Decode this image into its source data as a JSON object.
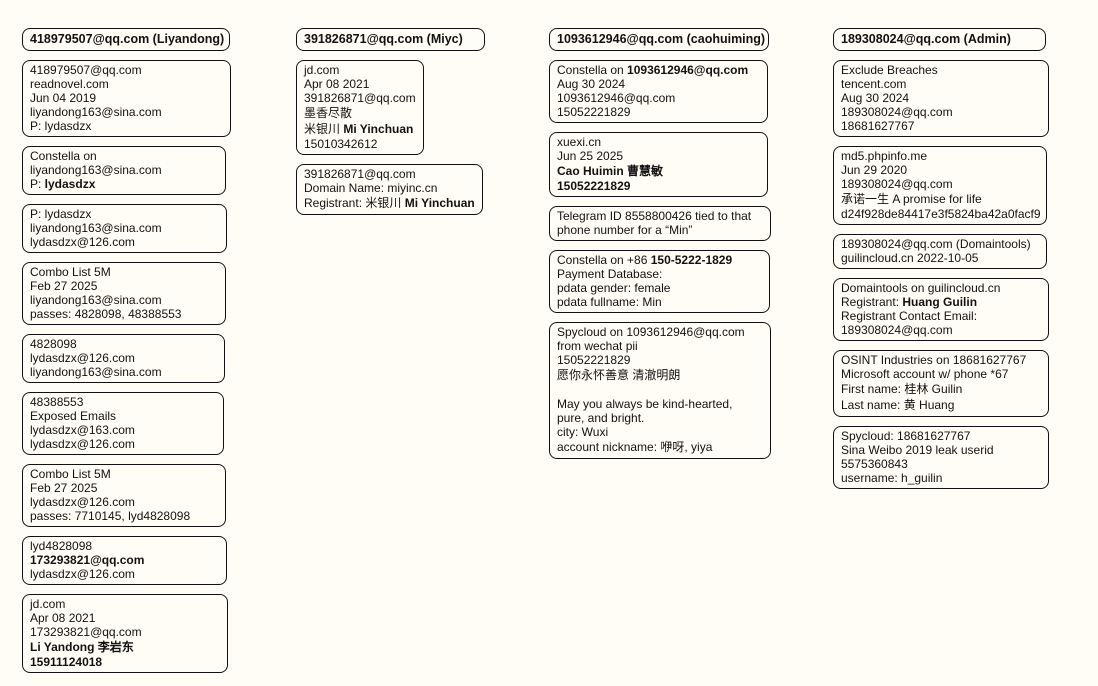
{
  "columns": [
    {
      "header": "418979507@qq.com (Liyandong)",
      "cards": [
        {
          "lines": [
            {
              "t": "418979507@qq.com"
            },
            {
              "t": "readnovel.com"
            },
            {
              "t": "Jun 04 2019"
            },
            {
              "t": "liyandong163@sina.com"
            },
            {
              "t": "P: lydasdzx"
            }
          ]
        },
        {
          "lines": [
            {
              "t": "Constella on"
            },
            {
              "t": "liyandong163@sina.com"
            },
            {
              "p": "P: ",
              "b": "lydasdzx"
            }
          ]
        },
        {
          "lines": [
            {
              "t": "P: lydasdzx"
            },
            {
              "t": "liyandong163@sina.com"
            },
            {
              "t": "lydasdzx@126.com"
            }
          ]
        },
        {
          "lines": [
            {
              "t": "Combo List 5M"
            },
            {
              "t": "Feb 27 2025"
            },
            {
              "t": "liyandong163@sina.com"
            },
            {
              "t": "passes: 4828098, 48388553"
            }
          ]
        },
        {
          "lines": [
            {
              "t": "4828098"
            },
            {
              "t": "lydasdzx@126.com"
            },
            {
              "t": "liyandong163@sina.com"
            }
          ]
        },
        {
          "lines": [
            {
              "t": "48388553"
            },
            {
              "t": "Exposed Emails"
            },
            {
              "t": "lydasdzx@163.com"
            },
            {
              "t": "lydasdzx@126.com"
            }
          ]
        },
        {
          "lines": [
            {
              "t": "Combo List 5M"
            },
            {
              "t": "Feb 27 2025"
            },
            {
              "t": "lydasdzx@126.com"
            },
            {
              "t": "passes: 7710145, lyd4828098"
            }
          ]
        },
        {
          "lines": [
            {
              "t": "lyd4828098"
            },
            {
              "b": "173293821@qq.com"
            },
            {
              "t": "lydasdzx@126.com"
            }
          ]
        },
        {
          "lines": [
            {
              "t": "jd.com"
            },
            {
              "t": "Apr 08 2021"
            },
            {
              "t": "173293821@qq.com"
            },
            {
              "b": "Li Yandong 李岩东",
              "tall": true
            },
            {
              "b": "15911124018"
            }
          ]
        }
      ]
    },
    {
      "header": "391826871@qq.com (Miyc)",
      "cards": [
        {
          "lines": [
            {
              "t": "jd.com"
            },
            {
              "t": "Apr 08 2021"
            },
            {
              "t": "391826871@qq.com"
            },
            {
              "t": "墨香尽散",
              "tall": true
            },
            {
              "p": "米银川 ",
              "b": "Mi Yinchuan",
              "tall": true
            },
            {
              "t": "15010342612"
            }
          ]
        },
        {
          "lines": [
            {
              "t": "391826871@qq.com"
            },
            {
              "t": "Domain Name: miyinc.cn"
            },
            {
              "p": "Registrant: 米银川 ",
              "b": "Mi Yinchuan",
              "tall": true
            }
          ]
        }
      ]
    },
    {
      "header": "1093612946@qq.com (caohuiming)",
      "cards": [
        {
          "lines": [
            {
              "p": "Constella on ",
              "b": "1093612946@qq.com"
            },
            {
              "t": "Aug 30 2024"
            },
            {
              "t": "1093612946@qq.com"
            },
            {
              "t": "15052221829"
            }
          ]
        },
        {
          "lines": [
            {
              "t": "xuexi.cn"
            },
            {
              "t": "Jun 25 2025"
            },
            {
              "b": "Cao Huimin 曹慧敏",
              "tall": true
            },
            {
              "b": "15052221829"
            }
          ]
        },
        {
          "lines": [
            {
              "t": "Telegram ID 8558800426 tied to that"
            },
            {
              "t": "phone number for a “Min”"
            }
          ]
        },
        {
          "lines": [
            {
              "p": "Constella on +86 ",
              "b": "150-5222-1829"
            },
            {
              "t": "Payment Database:"
            },
            {
              "t": "pdata gender: female"
            },
            {
              "t": "pdata fullname: Min"
            }
          ]
        },
        {
          "lines": [
            {
              "t": "Spycloud on 1093612946@qq.com"
            },
            {
              "t": "from wechat pii"
            },
            {
              "t": "15052221829"
            },
            {
              "t": "愿你永怀善意 清澈明朗",
              "tall": true
            },
            {
              "t": ""
            },
            {
              "t": "May you always be kind-hearted,"
            },
            {
              "t": "pure, and bright."
            },
            {
              "t": "city: Wuxi"
            },
            {
              "t": "account nickname: 咿呀, yiya",
              "tall": true
            }
          ]
        }
      ]
    },
    {
      "header": "189308024@qq.com (Admin)",
      "cards": [
        {
          "lines": [
            {
              "t": "Exclude Breaches"
            },
            {
              "t": "tencent.com"
            },
            {
              "t": "Aug 30 2024"
            },
            {
              "t": "189308024@qq.com"
            },
            {
              "t": "18681627767"
            }
          ]
        },
        {
          "lines": [
            {
              "t": "md5.phpinfo.me"
            },
            {
              "t": "Jun 29 2020"
            },
            {
              "t": "189308024@qq.com"
            },
            {
              "t": "承诺一生 A promise for life",
              "tall": true
            },
            {
              "t": "d24f928de84417e3f5824ba42a0facf9"
            }
          ]
        },
        {
          "lines": [
            {
              "t": "189308024@qq.com (Domaintools)"
            },
            {
              "t": "guilincloud.cn 2022-10-05"
            }
          ]
        },
        {
          "lines": [
            {
              "t": "Domaintools on guilincloud.cn"
            },
            {
              "p": "Registrant: ",
              "b": "Huang Guilin"
            },
            {
              "t": "Registrant Contact Email:"
            },
            {
              "t": "189308024@qq.com"
            }
          ]
        },
        {
          "lines": [
            {
              "t": "OSINT Industries on 18681627767"
            },
            {
              "t": "Microsoft account w/ phone *67"
            },
            {
              "t": "First name: 桂林 Guilin",
              "tall": true
            },
            {
              "t": "Last name: 黄 Huang",
              "tall": true
            }
          ]
        },
        {
          "lines": [
            {
              "t": "Spycloud: 18681627767"
            },
            {
              "t": "Sina Weibo 2019 leak userid"
            },
            {
              "t": "5575360843"
            },
            {
              "t": "username: h_guilin"
            }
          ]
        }
      ]
    }
  ]
}
